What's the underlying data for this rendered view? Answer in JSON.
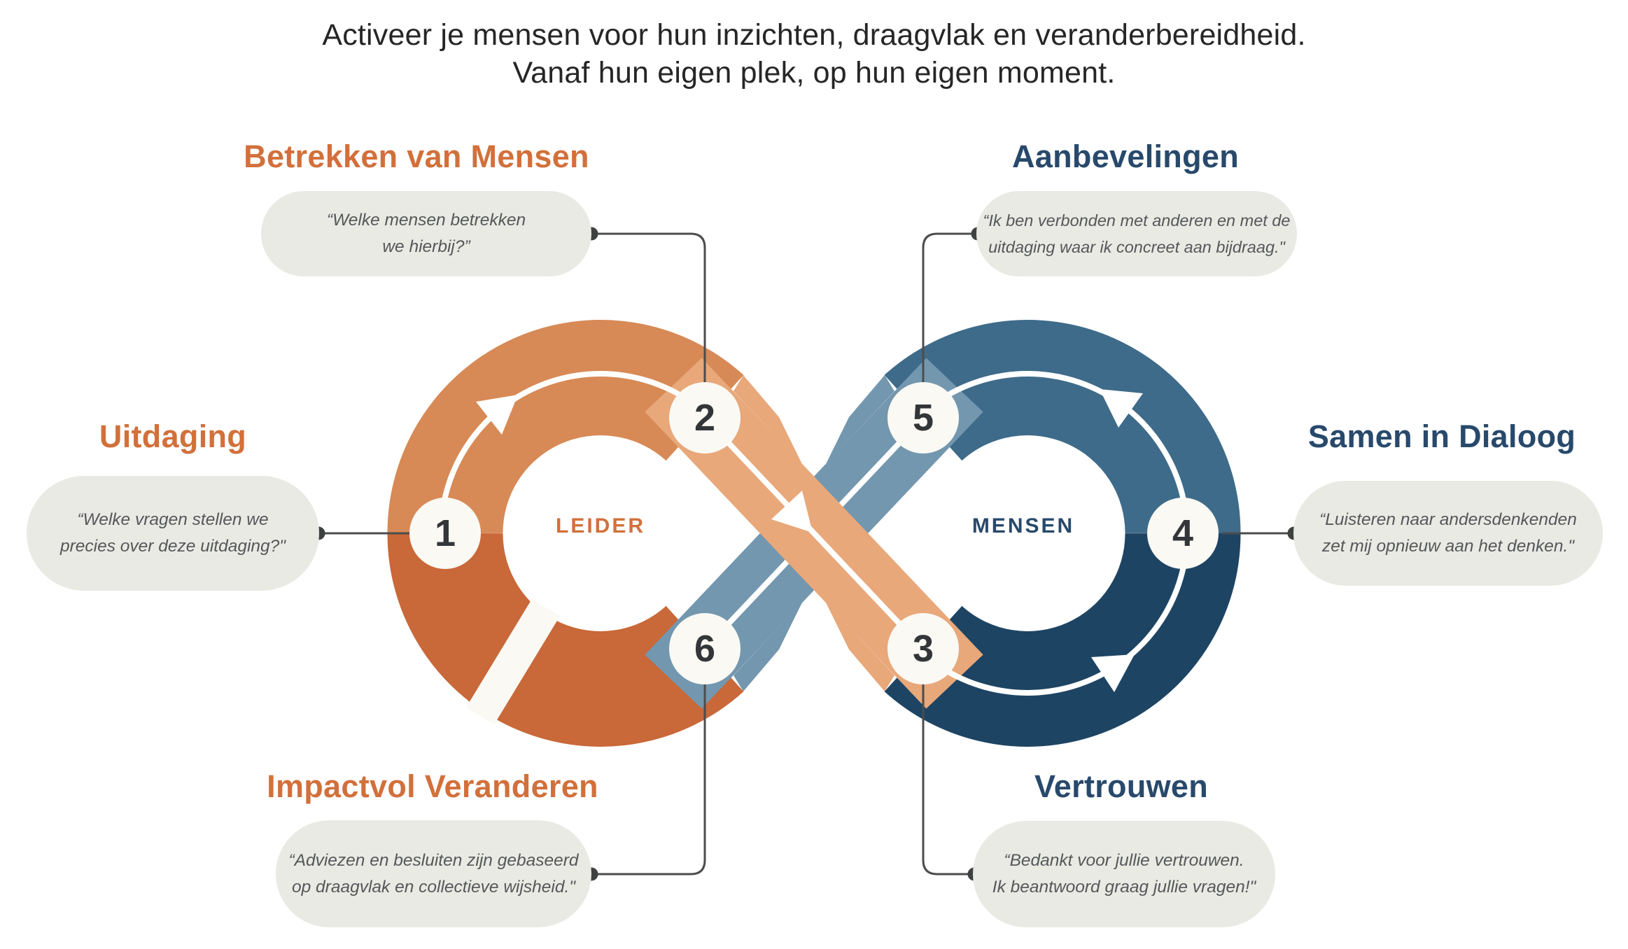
{
  "title": {
    "line1": "Activeer je mensen voor hun inzichten, draagvlak en veranderbereidheid.",
    "line2": "Vanaf hun eigen plek, op hun eigen moment."
  },
  "loop": {
    "left_label": "LEIDER",
    "right_label": "MENSEN"
  },
  "steps": [
    {
      "number": "1",
      "heading": "Uitdaging",
      "side": "orange",
      "quote": [
        "“Welke vragen stellen we",
        "precies over deze uitdaging?\""
      ]
    },
    {
      "number": "2",
      "heading": "Betrekken van Mensen",
      "side": "orange",
      "quote": [
        "“Welke mensen betrekken",
        "we hierbij?”"
      ]
    },
    {
      "number": "3",
      "heading": "Vertrouwen",
      "side": "blue",
      "quote": [
        "“Bedankt voor jullie vertrouwen.",
        "Ik beantwoord graag jullie vragen!\""
      ]
    },
    {
      "number": "4",
      "heading": "Samen in Dialoog",
      "side": "blue",
      "quote": [
        "“Luisteren naar andersdenkenden",
        "zet mij opnieuw aan het denken.\""
      ]
    },
    {
      "number": "5",
      "heading": "Aanbevelingen",
      "side": "blue",
      "quote": [
        "“Ik ben verbonden met anderen en met de",
        "uitdaging waar ik concreet aan bijdraag.\""
      ]
    },
    {
      "number": "6",
      "heading": "Impactvol Veranderen",
      "side": "orange",
      "quote": [
        "“Adviezen en besluiten zijn gebaseerd",
        "op draagvlak en collectieve wijsheid.\""
      ]
    }
  ],
  "colors": {
    "leider_ring_top": "#D78A56",
    "leider_ring_bottom": "#C96838",
    "leider_to_mensen_band": "#E8A87A",
    "mensen_ring_top": "#3E6B8A",
    "mensen_ring_bottom": "#1E4463",
    "mensen_to_leider_band": "#7397AE",
    "heading_orange": "#D2703B",
    "heading_blue": "#28496B",
    "bubble_background": "#E9EAE3",
    "quote_text": "#55575A",
    "number_text": "#333639",
    "title_text": "#262626",
    "connector_line": "#4C4C4C",
    "step_circle_fill": "#FAF9F4"
  }
}
